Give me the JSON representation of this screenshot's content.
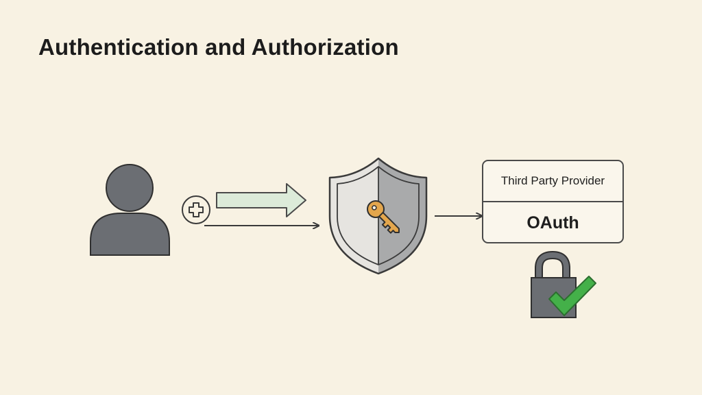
{
  "title": "Authentication and Authorization",
  "provider": {
    "header": "Third Party Provider",
    "protocol": "OAuth"
  },
  "colors": {
    "background": "#f8f2e3",
    "user": "#6b6e73",
    "shield_light": "#e6e4e0",
    "shield_dark": "#a9aaab",
    "key": "#e3a64d",
    "green_arrow": "#dcebd9",
    "lock": "#6b6e73",
    "check": "#44b049"
  },
  "icons": [
    "user-icon",
    "plus-badge-icon",
    "shield-icon",
    "key-icon",
    "lock-icon",
    "checkmark-icon"
  ]
}
